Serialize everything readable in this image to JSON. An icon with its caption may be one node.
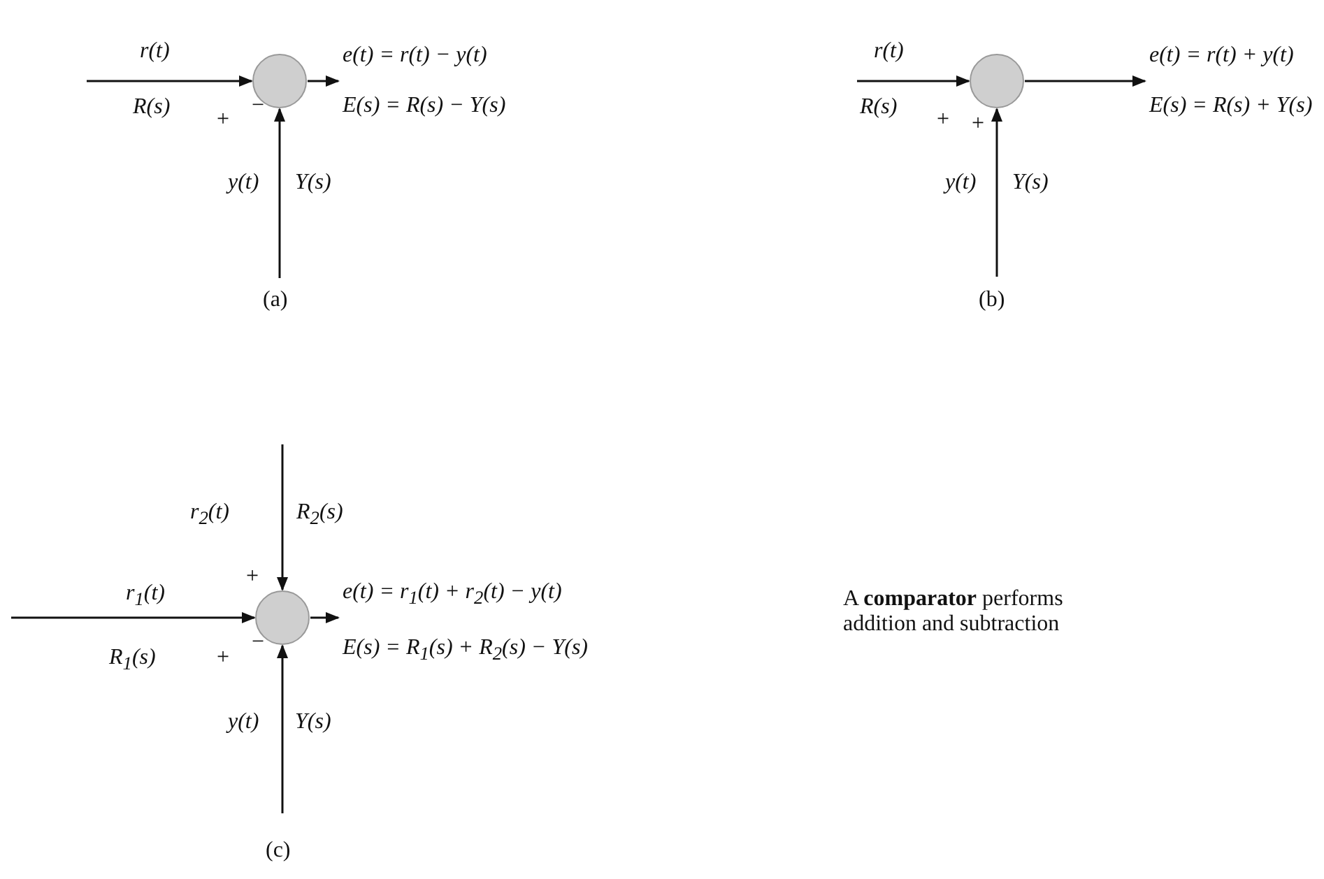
{
  "diagram": {
    "nodes": [
      {
        "text": [],
        "shape": "circle"
      },
      {
        "text": [],
        "shape": "circle"
      },
      {
        "text": [],
        "shape": "circle"
      },
      {
        "text": [
          "e(t) = r(t) − y(t)",
          "E(s) = R(s) − Y(s)"
        ]
      },
      {
        "text": [
          "e(t) = r(t) + y(t)",
          "E(s) = R(s) + Y(s)"
        ]
      },
      {
        "text": [
          "e(t) = r$_{1}$(t) + r$_{2}$(t) − y(t)",
          "E(s) = R$_{1}$(s) + R$_{2}$(s) − Y(s)"
        ]
      }
    ],
    "edges": [
      {
        "from": null,
        "to": 0,
        "arrow": "to"
      },
      {
        "from": null,
        "to": 0,
        "arrow": "to"
      },
      {
        "from": 0,
        "to": 3,
        "arrow": "to"
      },
      {
        "from": null,
        "to": 1,
        "arrow": "to"
      },
      {
        "from": null,
        "to": 1,
        "arrow": "to"
      },
      {
        "from": 1,
        "to": 4,
        "arrow": "to"
      },
      {
        "from": null,
        "to": 2,
        "arrow": "to"
      },
      {
        "from": null,
        "to": 2,
        "arrow": "to"
      },
      {
        "from": null,
        "to": 2,
        "arrow": "to"
      },
      {
        "from": 2,
        "to": 5,
        "arrow": "to"
      }
    ],
    "labels": [
      "r(t)",
      "R(s)",
      "+",
      "−",
      "y(t)",
      "Y(s)",
      "(a)",
      "r(t)",
      "R(s)",
      "+",
      "+",
      "y(t)",
      "Y(s)",
      "(b)",
      "r$_{2}$(t)",
      "R$_{2}$(s)",
      "+",
      "r$_{1}$(t)",
      "A **comparator** performs addition and subtraction",
      "R$_{1}$(s)",
      "+",
      "−",
      "y(t)",
      "Y(s)",
      "(c)"
    ]
  }
}
